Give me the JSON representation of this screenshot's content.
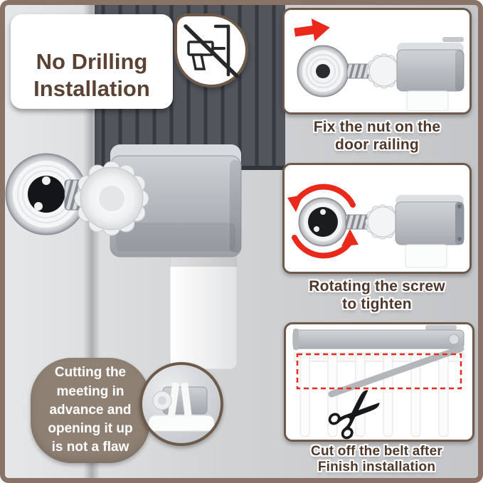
{
  "colors": {
    "frame_brown": "#8a7366",
    "panel_border_brown": "#6e5a4a",
    "text_brown": "#4e382b",
    "bubble_brown": "#8e8073",
    "accent_red": "#e8291c",
    "wall_gray": "#cfd0d2",
    "slat_dark_gray": "#51555c"
  },
  "title": {
    "text": "No Drilling\nInstallation"
  },
  "no_drill_badge": {
    "icon": "no-drill-icon"
  },
  "steps": [
    {
      "caption": "Fix the nut on the\ndoor railing",
      "icon": "red-arrow-icon"
    },
    {
      "caption": "Rotating the screw\nto tighten",
      "icon": "rotate-arrows-icon"
    },
    {
      "caption": "Cut off the belt after\nFinish installation",
      "icon": "scissors-icon"
    }
  ],
  "note_bubble": {
    "text": "Cutting the\nmeeting in\nadvance and\nopening it up\nis not a flaw"
  },
  "icons": {
    "scissors_glyph": "✂"
  }
}
